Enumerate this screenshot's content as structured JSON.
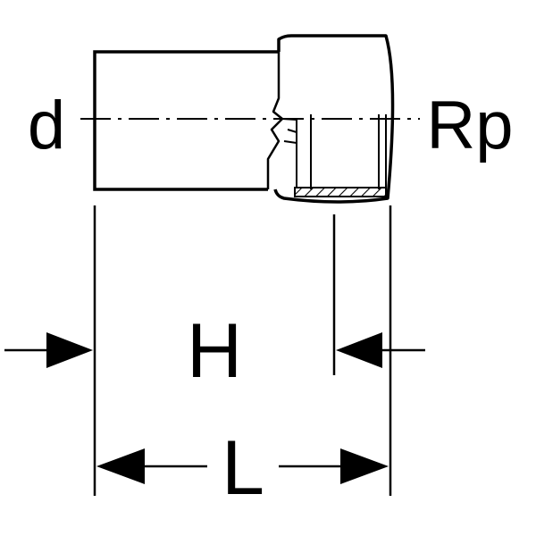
{
  "labels": {
    "d": "d",
    "rp": "Rp",
    "h": "H",
    "l": "L"
  },
  "colors": {
    "line": "#000000",
    "background": "#ffffff"
  }
}
